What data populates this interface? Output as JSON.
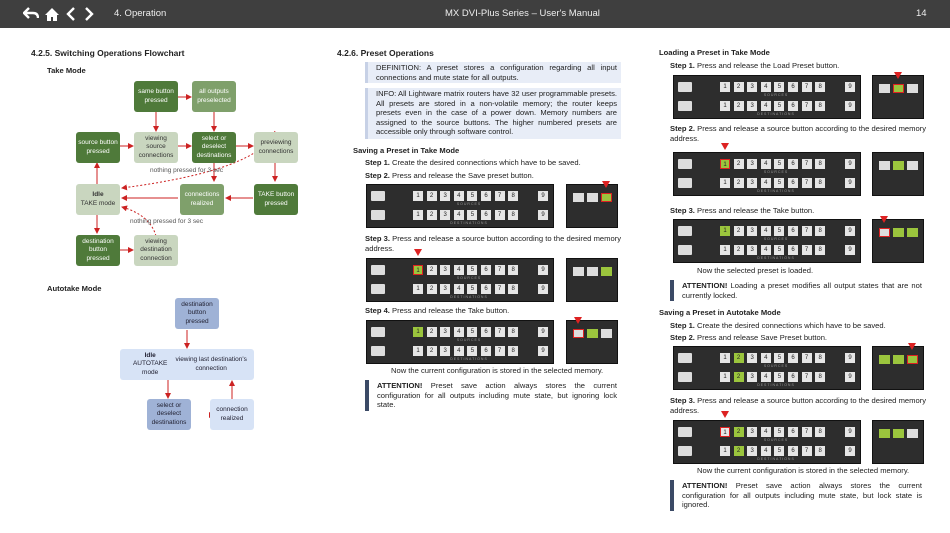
{
  "header": {
    "section": "4. Operation",
    "title": "MX DVI-Plus Series – User's Manual",
    "page": "14"
  },
  "left": {
    "heading": "4.2.5. Switching Operations Flowchart",
    "take_mode": "Take Mode",
    "autotake_mode": "Autotake Mode",
    "take_nodes": {
      "same_src": "same button pressed",
      "all_out": "all outputs preselected",
      "src_pressed": "source button pressed",
      "view_src": "viewing source connections",
      "sel_desel": "select or deselect destinations",
      "preview": "previewing connections",
      "idle": "Idle",
      "idle_sub": "TAKE mode",
      "conn": "connections realized",
      "take_btn": "TAKE button pressed",
      "dest_pressed": "destination button pressed",
      "view_dest": "viewing destination connection"
    },
    "take_labels": {
      "n3a": "nothing pressed for 3 sec",
      "n3b": "nothing pressed for 3 sec"
    },
    "auto_nodes": {
      "dest": "destination button pressed",
      "idle": "Idle",
      "idle_sub": "AUTOTAKE mode",
      "view_last": "viewing last destination's connection",
      "sel": "select or deselect destinations",
      "conn": "connection realized"
    }
  },
  "mid": {
    "heading": "4.2.6. Preset Operations",
    "definition_label": "DEFINITION:",
    "definition": "A preset stores a configuration regarding all input connections and mute state for all outputs.",
    "info": "INFO: All Lightware matrix routers have 32 user programmable presets. All presets are stored in a non-volatile memory; the router keeps presets even in the case of a power down. Memory numbers are assigned to the source buttons. The higher numbered presets are accessible only through software control.",
    "saving_title": "Saving a Preset in Take Mode",
    "s1": "Step 1.",
    "s1t": "Create the desired connections which have to be saved.",
    "s2": "Step 2.",
    "s2t": "Press and release the Save preset button.",
    "s3": "Step 3.",
    "s3t": "Press and release a source button according to the desired memory address.",
    "s4": "Step 4.",
    "s4t": "Press and release the Take button.",
    "stored": "Now the current configuration is stored in the selected memory.",
    "att_label": "ATTENTION!",
    "att": "Preset save action always stores the current configuration for all outputs including mute state, but ignoring lock state."
  },
  "right": {
    "load_title": "Loading a Preset in Take Mode",
    "l1": "Step 1.",
    "l1t": "Press and release the Load Preset button.",
    "l2": "Step 2.",
    "l2t": "Press and release a source button according to the desired memory address.",
    "l3": "Step 3.",
    "l3t": "Press and release the Take button.",
    "loaded": "Now the selected preset is loaded.",
    "att1_label": "ATTENTION!",
    "att1": "Loading a preset modifies all output states that are not currently locked.",
    "auto_title": "Saving a Preset in Autotake Mode",
    "a1": "Step 1.",
    "a1t": "Create the desired connections which have to be saved.",
    "a2": "Step 2.",
    "a2t": "Press and release Save Preset button.",
    "a3": "Step 3.",
    "a3t": "Press and release a source button according to the desired memory address.",
    "stored": "Now the current configuration is stored in the selected memory.",
    "att2_label": "ATTENTION!",
    "att2": "Preset save action always stores the current configuration for all outputs including mute state, but lock state is ignored."
  },
  "panel": {
    "keys": [
      "1",
      "2",
      "3",
      "4",
      "5",
      "6",
      "7",
      "8"
    ],
    "extra": "9",
    "sources": "SOURCES",
    "destinations": "DESTINATIONS"
  },
  "colors": {
    "topbar": "#3f3f3f",
    "green_key": "#9bc53d",
    "red_mark": "#d22"
  }
}
